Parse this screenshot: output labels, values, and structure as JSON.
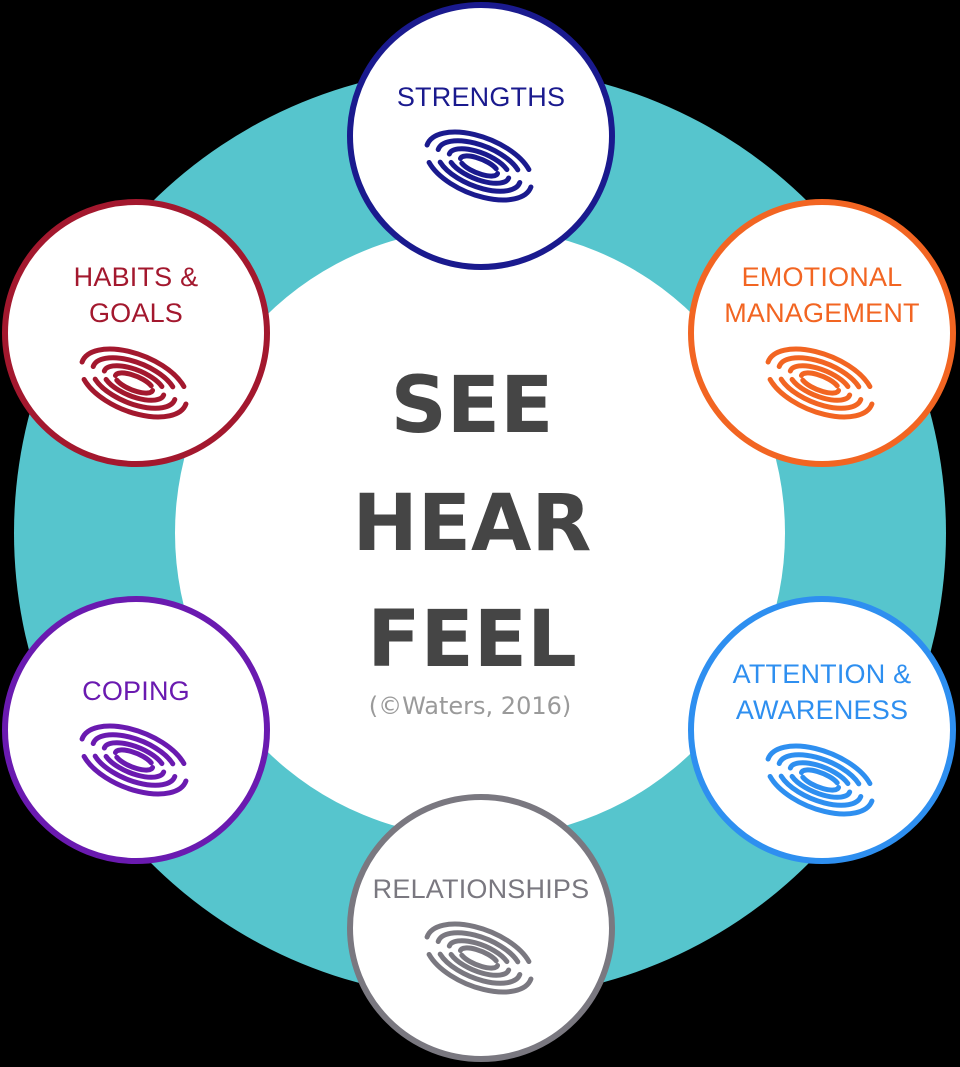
{
  "center": {
    "words": [
      "SEE",
      "HEAR",
      "FEEL"
    ],
    "citation": "(©Waters, 2016)"
  },
  "colors": {
    "ring": "#56c5cd",
    "center_fill": "#ffffff",
    "center_text": "#454545",
    "citation_text": "#9a9a9a",
    "background": "#000000"
  },
  "nodes": [
    {
      "id": "strengths",
      "lines": [
        "STRENGTHS"
      ],
      "color": "#1a1a8e",
      "icon": "eye-icon"
    },
    {
      "id": "emotional-management",
      "lines": [
        "EMOTIONAL",
        "MANAGEMENT"
      ],
      "color": "#f26522",
      "icon": "eye-icon"
    },
    {
      "id": "attention-awareness",
      "lines": [
        "ATTENTION &",
        "AWARENESS"
      ],
      "color": "#2e8ff0",
      "icon": "eye-icon"
    },
    {
      "id": "relationships",
      "lines": [
        "RELATIONSHIPS"
      ],
      "color": "#7a7880",
      "icon": "eye-icon"
    },
    {
      "id": "coping",
      "lines": [
        "COPING"
      ],
      "color": "#6a1ab0",
      "icon": "eye-icon"
    },
    {
      "id": "habits-goals",
      "lines": [
        "HABITS &",
        "GOALS"
      ],
      "color": "#a3182e",
      "icon": "eye-icon"
    }
  ]
}
